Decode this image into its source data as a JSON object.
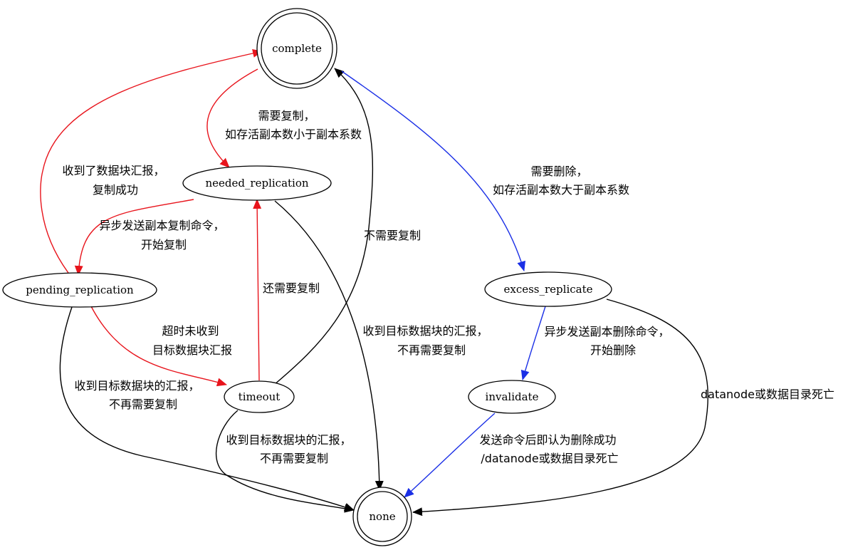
{
  "colors": {
    "red": "#e8141c",
    "blue": "#1a2fe6",
    "black": "#000000"
  },
  "nodes": {
    "complete": "complete",
    "needed_replication": "needed_replication",
    "pending_replication": "pending_replication",
    "timeout": "timeout",
    "excess_replicate": "excess_replicate",
    "invalidate": "invalidate",
    "none": "none"
  },
  "edges": {
    "complete_to_needed": {
      "color": "red",
      "label": [
        "需要复制，",
        "如存活副本数小于副本系数"
      ]
    },
    "pending_to_complete": {
      "color": "red",
      "label": [
        "收到了数据块汇报，",
        "复制成功"
      ]
    },
    "needed_to_pending": {
      "color": "red",
      "label": [
        "异步发送副本复制命令，",
        "开始复制"
      ]
    },
    "timeout_to_complete": {
      "color": "black",
      "label": [
        "不需要复制"
      ]
    },
    "timeout_to_needed": {
      "color": "red",
      "label": [
        "还需要复制"
      ]
    },
    "pending_to_timeout": {
      "color": "red",
      "label": [
        "超时未收到",
        "目标数据块汇报"
      ]
    },
    "needed_to_none": {
      "color": "black",
      "label": [
        "收到目标数据块的汇报，",
        "不再需要复制"
      ]
    },
    "pending_to_none": {
      "color": "black",
      "label": [
        "收到目标数据块的汇报，",
        "不再需要复制"
      ]
    },
    "timeout_to_none": {
      "color": "black",
      "label": [
        "收到目标数据块的汇报，",
        "不再需要复制"
      ]
    },
    "complete_to_excess": {
      "color": "blue",
      "label": [
        "需要删除，",
        "如存活副本数大于副本系数"
      ]
    },
    "excess_to_invalidate": {
      "color": "blue",
      "label": [
        "异步发送副本删除命令，",
        "开始删除"
      ]
    },
    "invalidate_to_none": {
      "color": "blue",
      "label": [
        "发送命令后即认为删除成功",
        "/datanode或数据目录死亡"
      ]
    },
    "excess_to_none": {
      "color": "black",
      "label": [
        "datanode或数据目录死亡"
      ]
    }
  }
}
